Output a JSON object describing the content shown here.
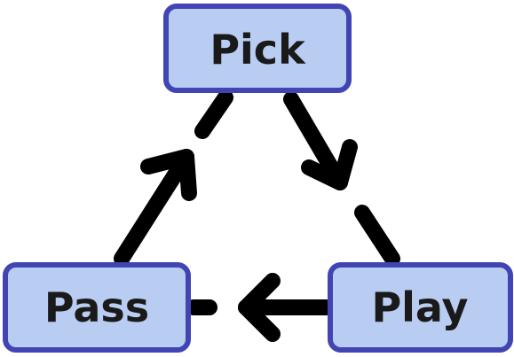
{
  "nodes": {
    "pick": {
      "label": "Pick"
    },
    "play": {
      "label": "Play"
    },
    "pass": {
      "label": "Pass"
    }
  },
  "colors": {
    "node_fill": "#b9cdf3",
    "node_border": "#4045b3",
    "label_text": "#1a1a1a",
    "arrow": "#000000"
  }
}
